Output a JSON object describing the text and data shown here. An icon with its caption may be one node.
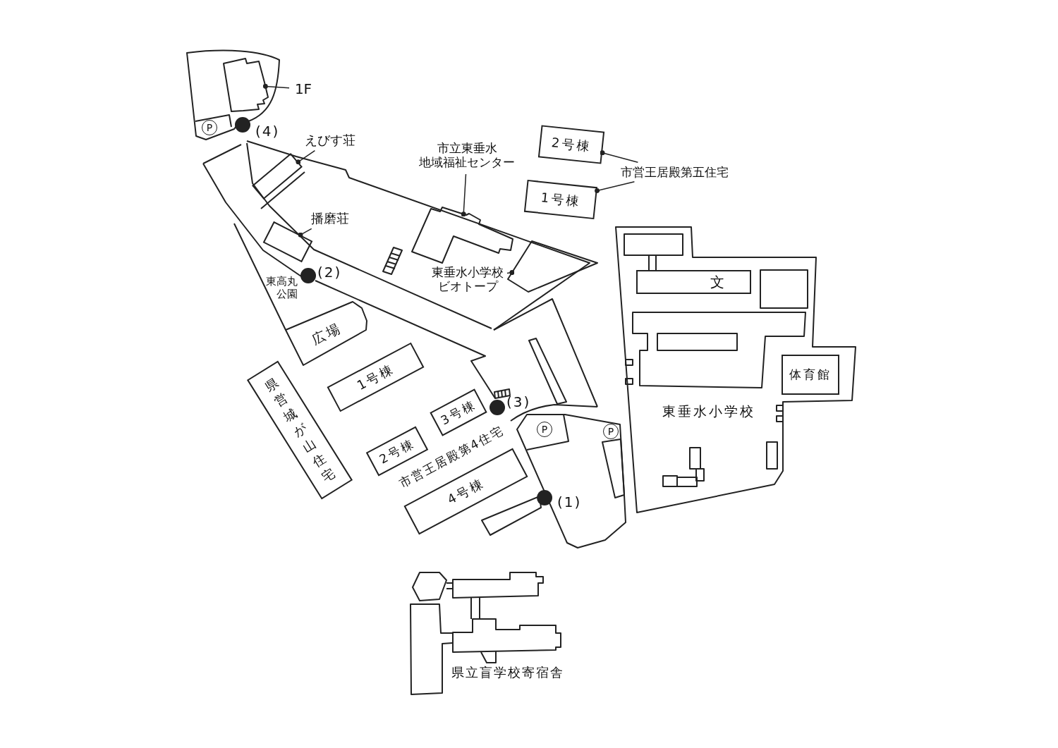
{
  "diagram": {
    "nodes": [
      {
        "text": [],
        "shape": "box"
      },
      {
        "text": [
          "1F"
        ]
      },
      {
        "text": [
          "P"
        ]
      },
      {
        "text": [
          "えびす荘"
        ]
      },
      {
        "text": [],
        "shape": "box"
      },
      {
        "text": [
          "市立東垂水地域福祉センター"
        ]
      },
      {
        "text": [],
        "shape": "box"
      },
      {
        "text": [
          "2号棟"
        ]
      },
      {
        "text": [
          "1号棟"
        ]
      },
      {
        "text": [
          "市営王居殿第五住宅"
        ]
      },
      {
        "text": [
          "播磨荘"
        ]
      },
      {
        "text": [],
        "shape": "box"
      },
      {
        "text": [
          "東垂水小学校ビオトープ"
        ]
      },
      {
        "text": [],
        "shape": "box"
      },
      {
        "text": [
          "東垂水小学校"
        ]
      },
      {
        "text": [
          "文"
        ],
        "in": 14
      },
      {
        "text": [
          "体育館"
        ],
        "in": 14
      },
      {
        "text": [
          "広場"
        ]
      },
      {
        "text": [
          "1号棟"
        ]
      },
      {
        "text": [
          "県営城が山住宅"
        ]
      },
      {
        "text": [
          "3号棟"
        ]
      },
      {
        "text": [
          "2号棟"
        ]
      },
      {
        "text": [
          "P"
        ]
      },
      {
        "text": [
          "P"
        ]
      },
      {
        "text": [
          "4号棟"
        ]
      }
    ],
    "edges": [
      {
        "from": 1,
        "to": 0,
        "arrow": "other"
      },
      {
        "from": 3,
        "to": 4,
        "arrow": "other"
      },
      {
        "from": 5,
        "to": 6,
        "arrow": "other"
      },
      {
        "from": 9,
        "to": 7,
        "arrow": "other"
      },
      {
        "from": 9,
        "to": 8,
        "arrow": "other"
      },
      {
        "from": 10,
        "to": 11,
        "arrow": "other"
      },
      {
        "from": 12,
        "to": 13,
        "arrow": "other"
      }
    ],
    "labels": [
      "(4)",
      "東高丸公園",
      "(2)",
      "(3)",
      "市営王居殿第4住宅",
      "(1)",
      "県立盲学校寄宿舎"
    ]
  }
}
